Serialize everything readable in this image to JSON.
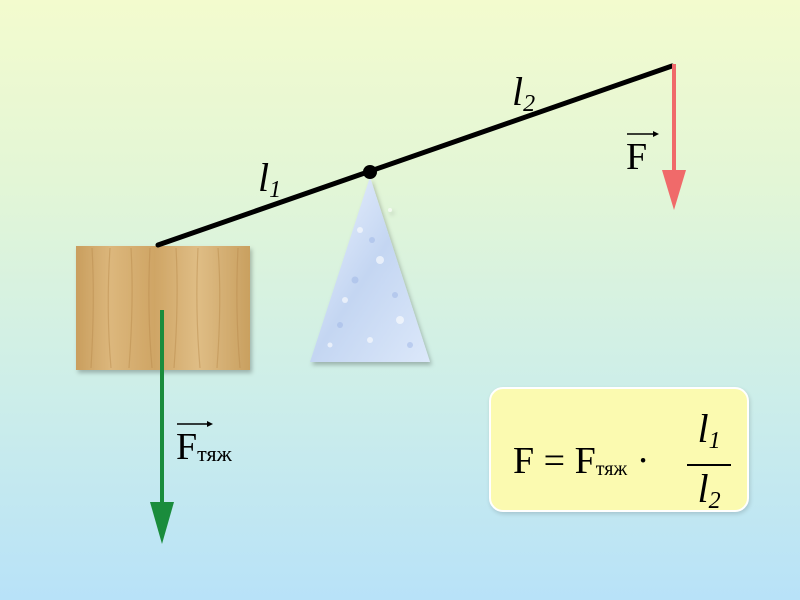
{
  "labels": {
    "lever_arm_1": {
      "symbol": "l",
      "subscript": "1"
    },
    "lever_arm_2": {
      "symbol": "l",
      "subscript": "2"
    },
    "force_applied": {
      "symbol": "F"
    },
    "force_gravity": {
      "symbol": "F",
      "subscript": "тяж"
    }
  },
  "formula": {
    "lhs": "F",
    "equals": "=",
    "rhs_symbol": "F",
    "rhs_subscript": "тяж",
    "dot": "·",
    "numerator": "l",
    "numerator_subscript": "1",
    "denominator": "l",
    "denominator_subscript": "2"
  },
  "colors": {
    "applied_force_arrow": "#f06a6a",
    "gravity_arrow": "#1a8c3c",
    "lever": "#000000",
    "fulcrum": "#c8d8f0",
    "block": "#d2a868",
    "formula_background": "#fbfab0"
  }
}
